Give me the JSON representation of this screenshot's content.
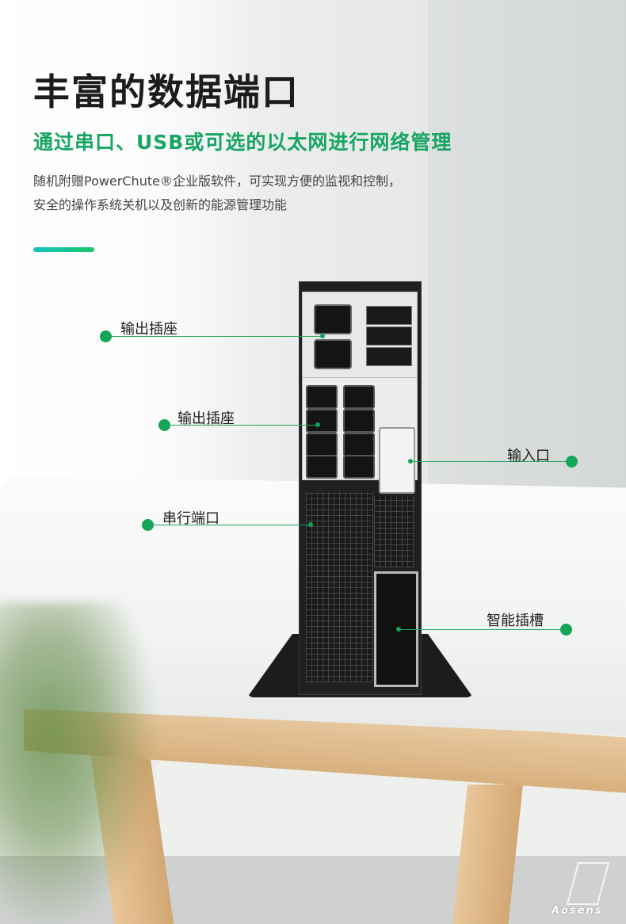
{
  "header": {
    "title": "丰富的数据端口",
    "subtitle": "通过串口、USB或可选的以太网进行网络管理",
    "description_line1": "随机附赠PowerChute®企业版软件，可实现方便的监视和控制，",
    "description_line2": "安全的操作系统关机以及创新的能源管理功能"
  },
  "callouts": {
    "output_socket_top": "输出插座",
    "output_socket_mid": "输出插座",
    "input_port": "输入口",
    "serial_port": "串行端口",
    "smart_slot": "智能插槽"
  },
  "watermark": "Aosens",
  "colors": {
    "accent_green": "#14a556",
    "subtitle_green": "#17a563"
  },
  "icons": [
    "ups-device-image",
    "plant-image",
    "table-image"
  ]
}
